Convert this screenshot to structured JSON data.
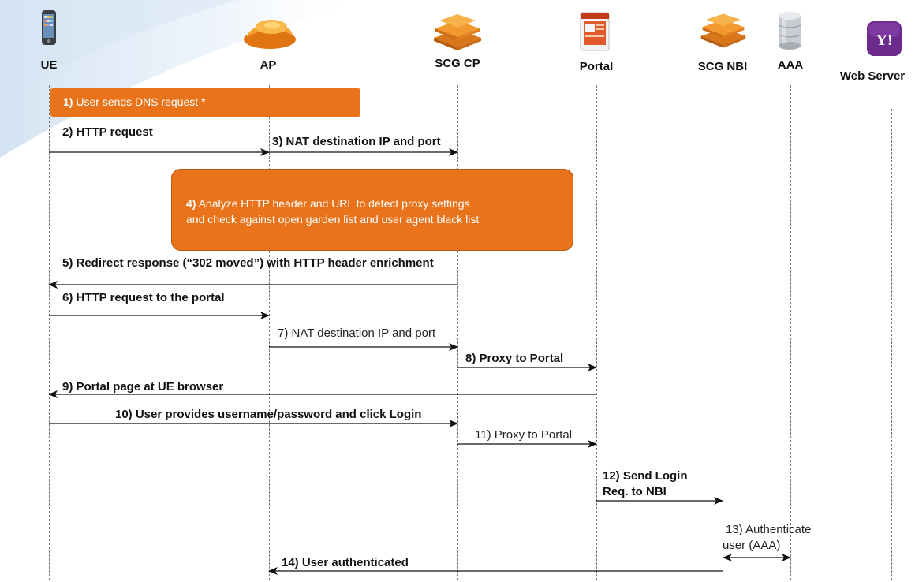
{
  "entities": {
    "ue": "UE",
    "ap": "AP",
    "scg_cp": "SCG CP",
    "portal": "Portal",
    "scg_nbi": "SCG NBI",
    "aaa": "AAA",
    "web_server": "Web Server"
  },
  "notes": {
    "step1_num": "1)",
    "step1_text": "User sends DNS request *",
    "step4_num": "4)",
    "step4_line1": "Analyze HTTP header and URL to detect proxy settings",
    "step4_line2": "and check against open garden list and user agent black list"
  },
  "messages": {
    "m2": "2) HTTP request",
    "m3": "3) NAT destination IP and port",
    "m5": "5) Redirect response (“302 moved”) with HTTP header enrichment",
    "m6": "6) HTTP request to the portal",
    "m7": "7) NAT destination IP and port",
    "m8": "8) Proxy to Portal",
    "m9": "9) Portal page at UE browser",
    "m10": "10) User provides username/password and click Login",
    "m11": "11) Proxy to Portal",
    "m12_line1": "12) Send Login",
    "m12_line2": "Req. to NBI",
    "m13_line1": "13) Authenticate",
    "m13_line2": "user (AAA)",
    "m14": "14) User authenticated"
  },
  "icons": {
    "ue": "mobile-phone-icon",
    "ap": "access-point-icon",
    "scg_cp": "controller-appliance-icon",
    "portal": "portal-page-icon",
    "scg_nbi": "controller-appliance-icon",
    "aaa": "database-server-icon",
    "web_server": "yahoo-logo-icon"
  },
  "colors": {
    "note_orange": "#e8731a",
    "yahoo_purple": "#6b2a8c"
  },
  "logos": {
    "yahoo": "Y!"
  }
}
